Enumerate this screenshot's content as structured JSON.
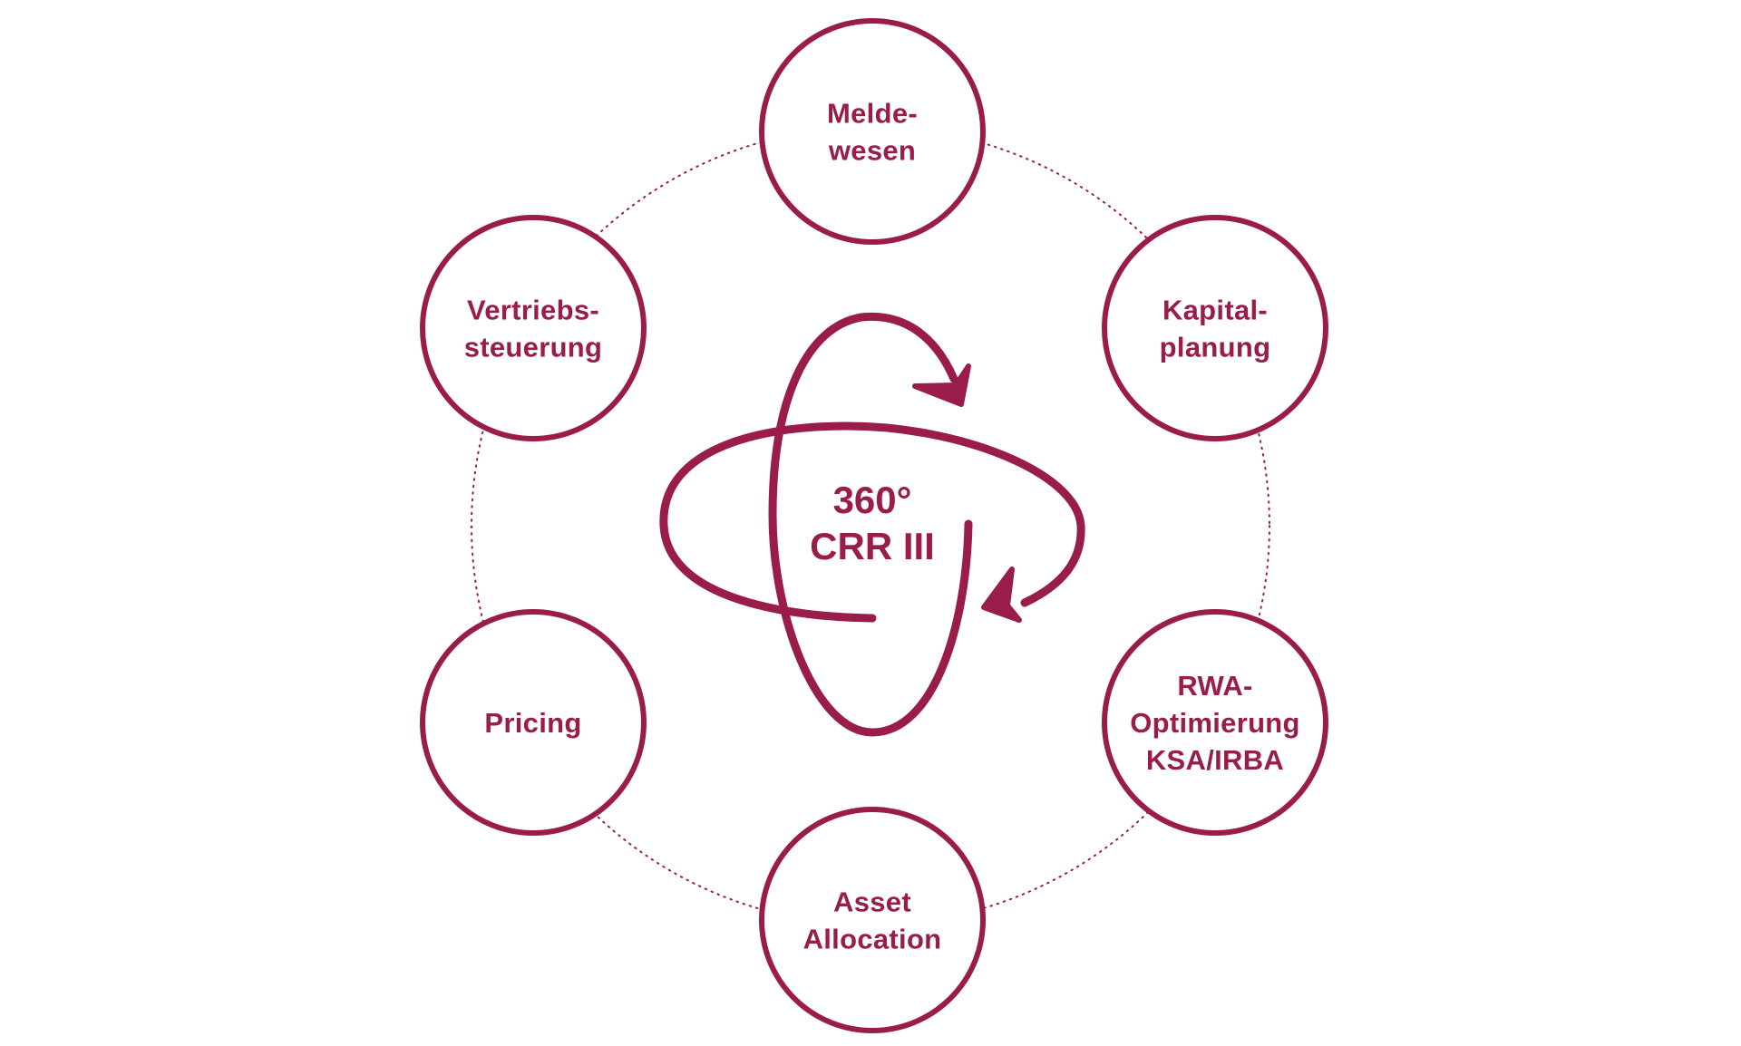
{
  "colors": {
    "accent": "#9a1c4b",
    "background": "#ffffff"
  },
  "center": {
    "line1": "360°",
    "line2": "CRR III"
  },
  "nodes": [
    {
      "id": "meldewesen",
      "lines": [
        "Melde-",
        "wesen"
      ]
    },
    {
      "id": "kapitalplanung",
      "lines": [
        "Kapital-",
        "planung"
      ]
    },
    {
      "id": "rwa-optimierung",
      "lines": [
        "RWA-",
        "Optimierung",
        "KSA/IRBA"
      ]
    },
    {
      "id": "asset-allocation",
      "lines": [
        "Asset",
        "Allocation"
      ]
    },
    {
      "id": "pricing",
      "lines": [
        "Pricing"
      ]
    },
    {
      "id": "vertriebssteuerung",
      "lines": [
        "Vertriebs-",
        "steuerung"
      ]
    }
  ]
}
